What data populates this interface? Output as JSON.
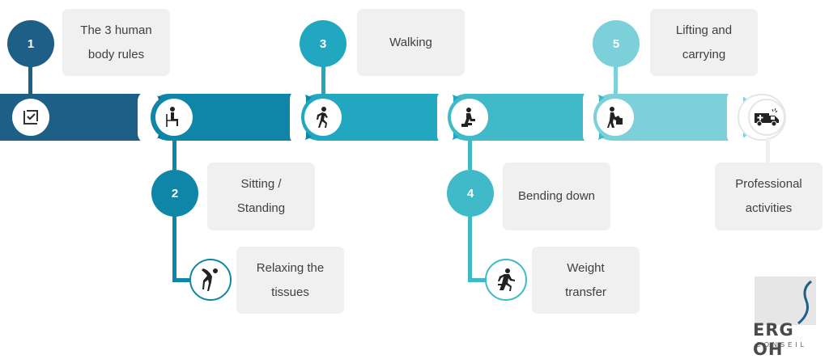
{
  "steps": [
    {
      "number": "1",
      "label": "The 3 human body rules"
    },
    {
      "number": "2",
      "label": "Sitting / Standing"
    },
    {
      "number": "3",
      "label": "Walking"
    },
    {
      "number": "4",
      "label": "Bending down"
    },
    {
      "number": "5",
      "label": "Lifting and carrying"
    }
  ],
  "sub_items": [
    {
      "label": "Relaxing the tissues"
    },
    {
      "label": "Weight transfer"
    }
  ],
  "final": {
    "label": "Professional activities"
  },
  "logo": {
    "word": "ERG OH",
    "sub": "CONSEIL"
  },
  "icons": [
    "checklist-icon",
    "sitting-person-icon",
    "walking-person-icon",
    "kneeling-person-icon",
    "lifting-person-icon",
    "ambulance-icon",
    "stretching-person-icon",
    "running-person-icon"
  ],
  "colors": {
    "dark_blue": "#1d5f86",
    "blue": "#0f86a8",
    "teal": "#21a8c0",
    "light_teal": "#40bac9",
    "pale_teal": "#7cd0da",
    "box_bg": "#f0f0f0"
  }
}
